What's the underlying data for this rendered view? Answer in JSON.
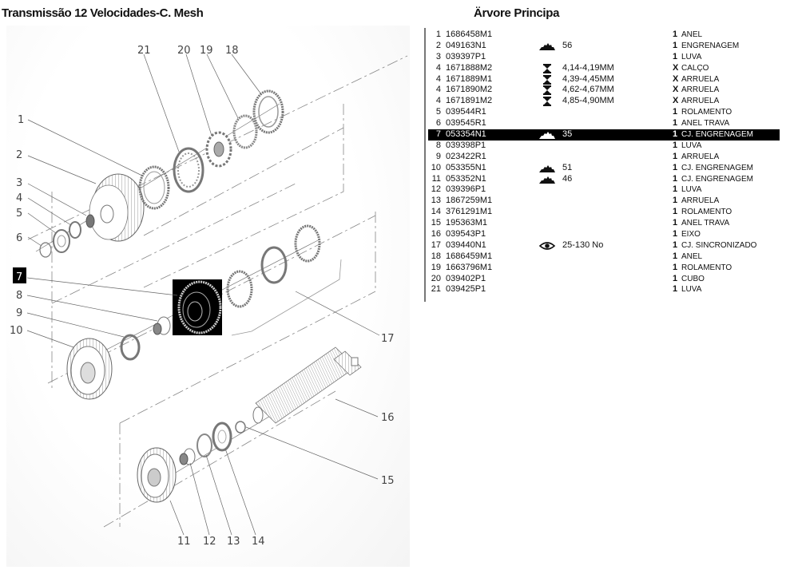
{
  "header": {
    "diagram_title": "Transmissão 12 Velocidades-C. Mesh",
    "list_title": "Ärvore Principa"
  },
  "diagram": {
    "selected_callout": "7",
    "callouts": [
      "1",
      "2",
      "3",
      "4",
      "5",
      "6",
      "7",
      "8",
      "9",
      "10",
      "11",
      "12",
      "13",
      "14",
      "15",
      "16",
      "17",
      "18",
      "19",
      "20",
      "21"
    ]
  },
  "parts": [
    {
      "ref": "1",
      "part_number": "1686458M1",
      "icon": "",
      "spec": "",
      "qty": "1",
      "description": "ANEL",
      "selected": false
    },
    {
      "ref": "2",
      "part_number": "049163N1",
      "icon": "gear-teeth-icon",
      "spec": "56",
      "qty": "1",
      "description": "ENGRENAGEM",
      "selected": false
    },
    {
      "ref": "3",
      "part_number": "039397P1",
      "icon": "",
      "spec": "",
      "qty": "1",
      "description": "LUVA",
      "selected": false
    },
    {
      "ref": "4",
      "part_number": "1671888M2",
      "icon": "thickness-icon",
      "spec": "4,14-4,19MM",
      "qty": "X",
      "description": "CALÇO",
      "selected": false
    },
    {
      "ref": "4",
      "part_number": "1671889M1",
      "icon": "thickness-icon",
      "spec": "4,39-4,45MM",
      "qty": "X",
      "description": "ARRUELA",
      "selected": false
    },
    {
      "ref": "4",
      "part_number": "1671890M2",
      "icon": "thickness-icon",
      "spec": "4,62-4,67MM",
      "qty": "X",
      "description": "ARRUELA",
      "selected": false
    },
    {
      "ref": "4",
      "part_number": "1671891M2",
      "icon": "thickness-icon",
      "spec": "4,85-4,90MM",
      "qty": "X",
      "description": "ARRUELA",
      "selected": false
    },
    {
      "ref": "5",
      "part_number": "039544R1",
      "icon": "",
      "spec": "",
      "qty": "1",
      "description": "ROLAMENTO",
      "selected": false
    },
    {
      "ref": "6",
      "part_number": "039545R1",
      "icon": "",
      "spec": "",
      "qty": "1",
      "description": "ANEL TRAVA",
      "selected": false
    },
    {
      "ref": "7",
      "part_number": "053354N1",
      "icon": "gear-teeth-icon",
      "spec": "35",
      "qty": "1",
      "description": "CJ. ENGRENAGEM",
      "selected": true
    },
    {
      "ref": "8",
      "part_number": "039398P1",
      "icon": "",
      "spec": "",
      "qty": "1",
      "description": "LUVA",
      "selected": false
    },
    {
      "ref": "9",
      "part_number": "023422R1",
      "icon": "",
      "spec": "",
      "qty": "1",
      "description": "ARRUELA",
      "selected": false
    },
    {
      "ref": "10",
      "part_number": "053355N1",
      "icon": "gear-teeth-icon",
      "spec": "51",
      "qty": "1",
      "description": "CJ. ENGRENAGEM",
      "selected": false
    },
    {
      "ref": "11",
      "part_number": "053352N1",
      "icon": "gear-teeth-icon",
      "spec": "46",
      "qty": "1",
      "description": "CJ. ENGRENAGEM",
      "selected": false
    },
    {
      "ref": "12",
      "part_number": "039396P1",
      "icon": "",
      "spec": "",
      "qty": "1",
      "description": "LUVA",
      "selected": false
    },
    {
      "ref": "13",
      "part_number": "1867259M1",
      "icon": "",
      "spec": "",
      "qty": "1",
      "description": "ARRUELA",
      "selected": false
    },
    {
      "ref": "14",
      "part_number": "3761291M1",
      "icon": "",
      "spec": "",
      "qty": "1",
      "description": "ROLAMENTO",
      "selected": false
    },
    {
      "ref": "15",
      "part_number": "195363M1",
      "icon": "",
      "spec": "",
      "qty": "1",
      "description": "ANEL TRAVA",
      "selected": false
    },
    {
      "ref": "16",
      "part_number": "039543P1",
      "icon": "",
      "spec": "",
      "qty": "1",
      "description": "EIXO",
      "selected": false
    },
    {
      "ref": "17",
      "part_number": "039440N1",
      "icon": "eye-icon",
      "spec": "25-130 No",
      "qty": "1",
      "description": "CJ. SINCRONIZADO",
      "selected": false
    },
    {
      "ref": "18",
      "part_number": "1686459M1",
      "icon": "",
      "spec": "",
      "qty": "1",
      "description": "ANEL",
      "selected": false
    },
    {
      "ref": "19",
      "part_number": "1663796M1",
      "icon": "",
      "spec": "",
      "qty": "1",
      "description": "ROLAMENTO",
      "selected": false
    },
    {
      "ref": "20",
      "part_number": "039402P1",
      "icon": "",
      "spec": "",
      "qty": "1",
      "description": "CUBO",
      "selected": false
    },
    {
      "ref": "21",
      "part_number": "039425P1",
      "icon": "",
      "spec": "",
      "qty": "1",
      "description": "LUVA",
      "selected": false
    }
  ]
}
